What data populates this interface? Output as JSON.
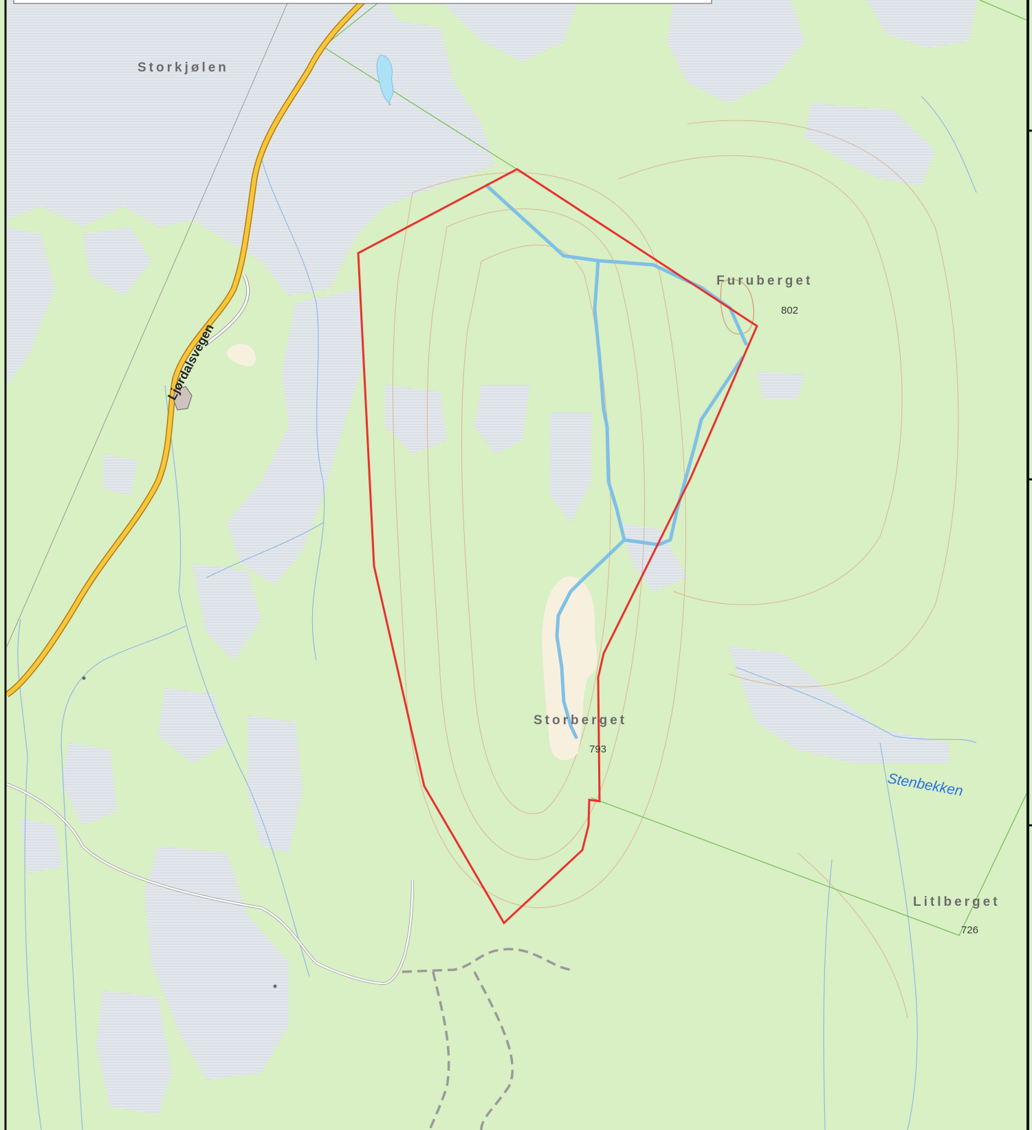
{
  "map": {
    "places": {
      "storkjolen": "Storkjølen",
      "furuberget": "Furuberget",
      "storberget": "Storberget",
      "litlberget": "Litlberget"
    },
    "elevations": {
      "furuberget": "802",
      "storberget": "793",
      "litlberget": "726"
    },
    "road_name": "Ljørdalsvegen",
    "stream_name": "Stenbekken",
    "colors": {
      "forest": "#d9efc4",
      "marsh": "#e2e7ea",
      "boundary_red": "#e8322d",
      "stream_blue": "#7fc0e6",
      "road_orange": "#f3b322",
      "admin_green": "#79c05a",
      "contour": "#d9a07a"
    },
    "icons": {
      "building": "building-icon",
      "lake": "small-lake"
    }
  }
}
